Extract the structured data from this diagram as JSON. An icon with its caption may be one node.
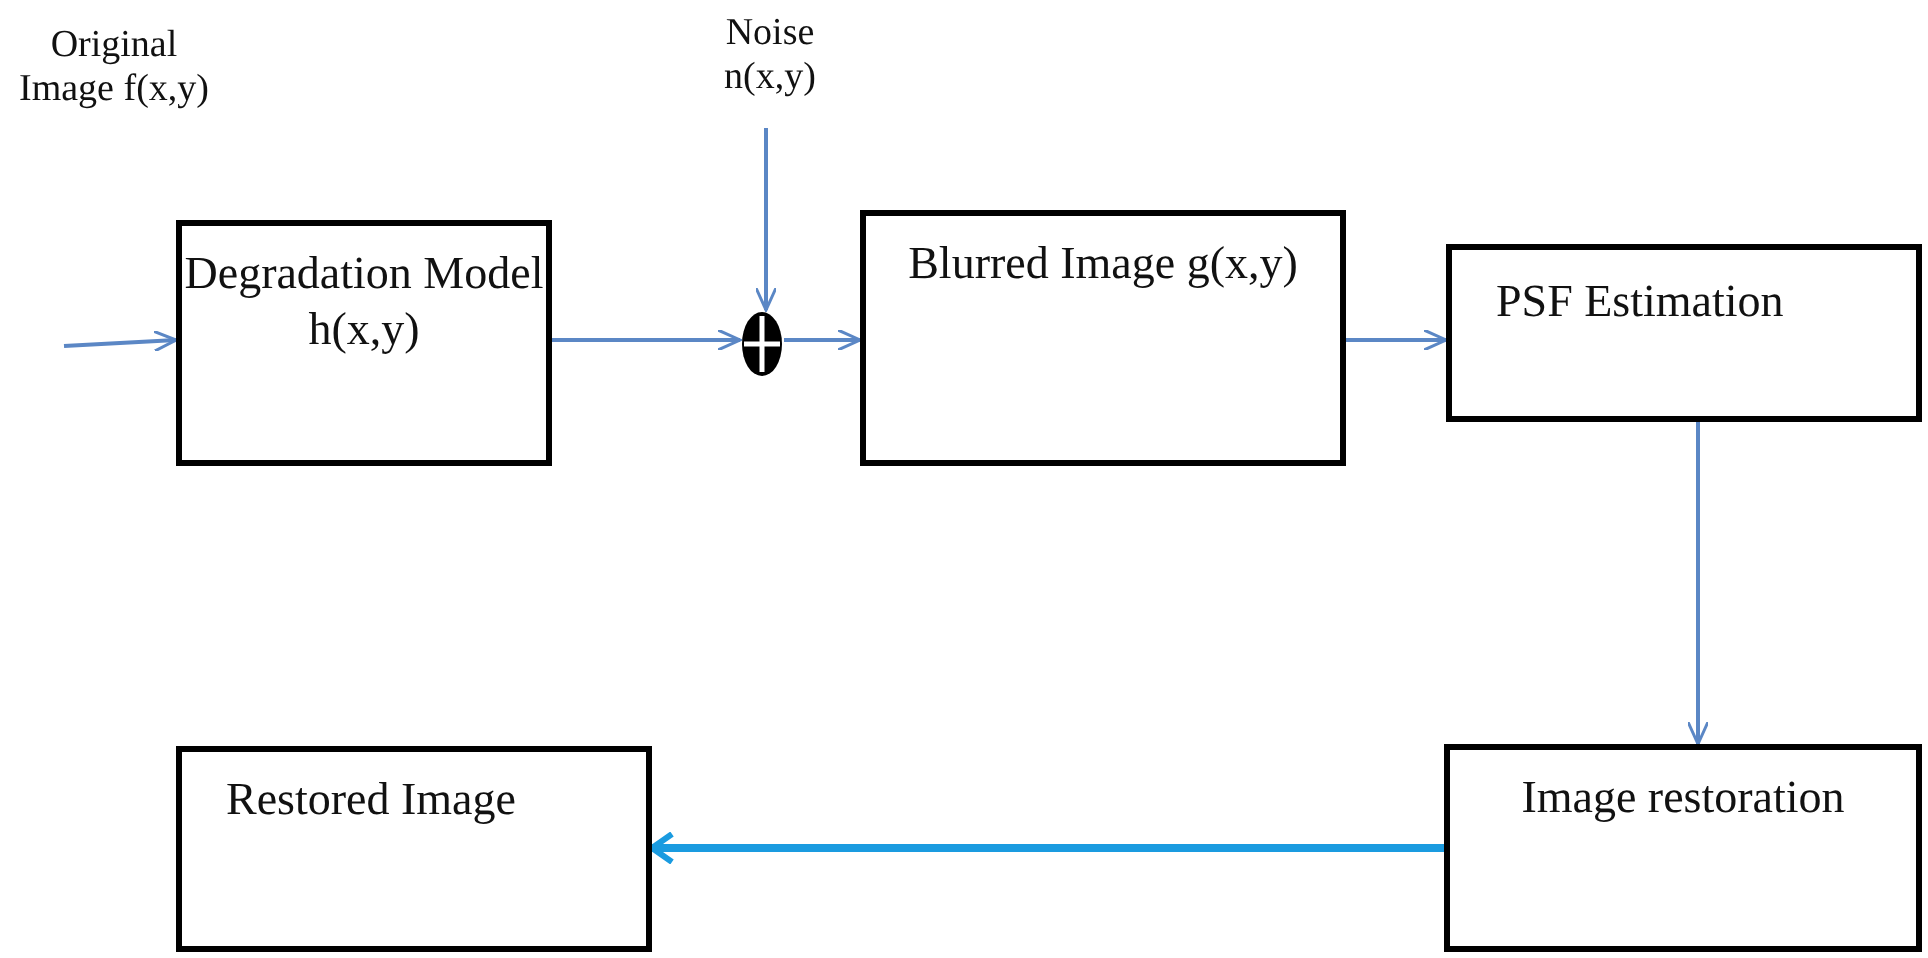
{
  "diagram": {
    "nodes": [
      {
        "text": [
          "Degradation Model h(x,y)"
        ]
      },
      {
        "text": [
          "Noise n(x,y)"
        ]
      },
      {
        "text": [],
        "shape": "circle"
      },
      {
        "text": [
          "Blurred Image g(x,y)"
        ]
      },
      {
        "text": [
          "PSF Estimation"
        ]
      },
      {
        "text": [
          "Image restoration"
        ]
      },
      {
        "text": [
          "Restored Image"
        ]
      }
    ],
    "edges": [
      {
        "from": null,
        "to": 0,
        "arrow": "to"
      },
      {
        "from": 0,
        "to": 2,
        "arrow": "to"
      },
      {
        "from": 1,
        "to": 2,
        "arrow": "to"
      },
      {
        "from": 2,
        "to": 3,
        "arrow": "to"
      },
      {
        "from": 3,
        "to": 4,
        "arrow": "to"
      },
      {
        "from": 4,
        "to": 5,
        "arrow": "to"
      },
      {
        "from": 5,
        "to": 6,
        "arrow": "to",
        "style": "thick",
        "color": "#1a9be0"
      }
    ],
    "labels": [
      "Original Image f(x,y)"
    ]
  }
}
